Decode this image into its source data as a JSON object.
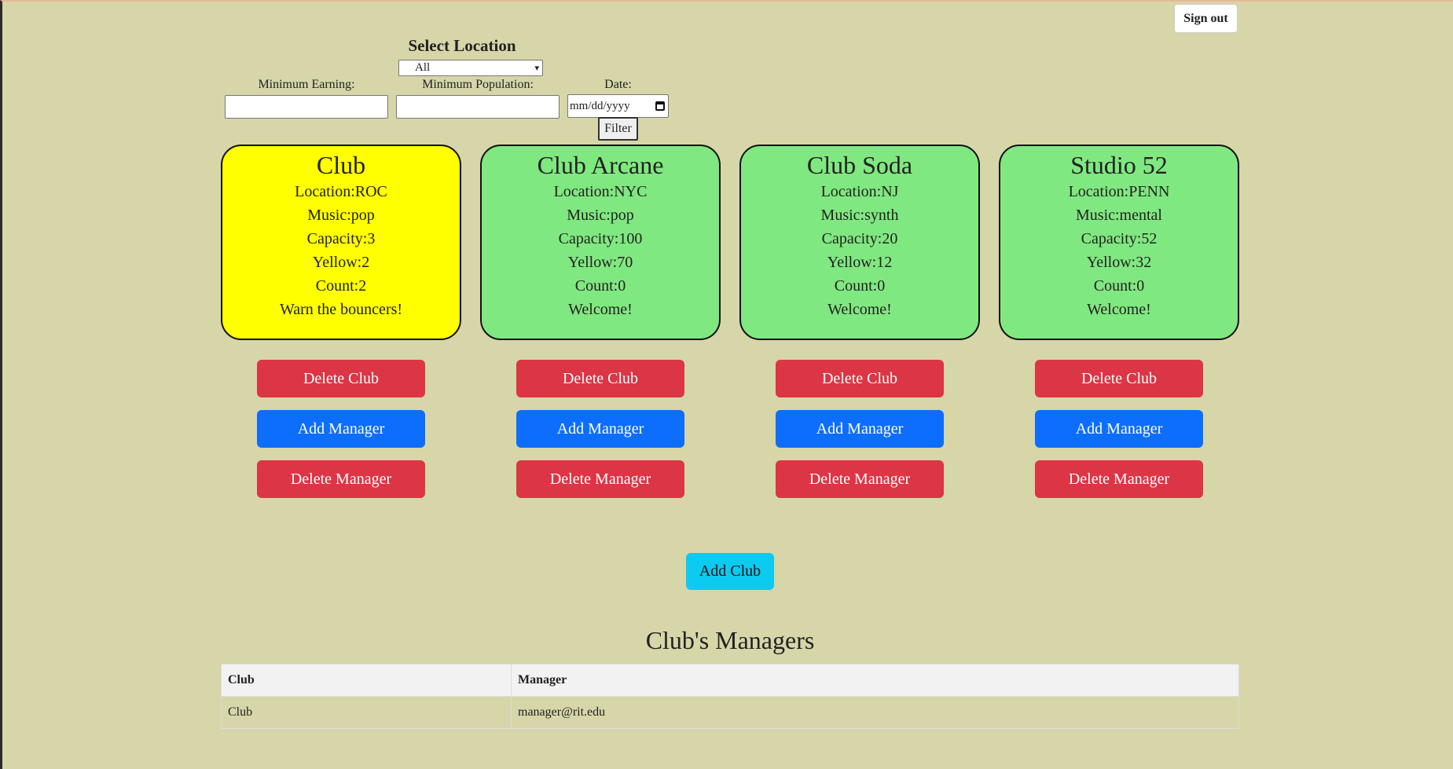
{
  "header": {
    "sign_out_label": "Sign out"
  },
  "filters": {
    "select_location_title": "Select Location",
    "location_selected": "All",
    "min_earning_label": "Minimum Earning:",
    "min_population_label": "Minimum Population:",
    "date_label": "Date:",
    "date_placeholder": "mm/dd/yyyy",
    "filter_label": "Filter"
  },
  "colors": {
    "warn": "#ffff00",
    "ok": "#80e880",
    "danger": "#dc3545",
    "primary": "#0d6efd",
    "info": "#0dcaf0"
  },
  "clubs": [
    {
      "name": "Club",
      "location": "Location:ROC",
      "music": "Music:pop",
      "capacity": "Capacity:3",
      "yellow": "Yellow:2",
      "count": "Count:2",
      "message": "Warn the bouncers!",
      "status": "warn"
    },
    {
      "name": "Club Arcane",
      "location": "Location:NYC",
      "music": "Music:pop",
      "capacity": "Capacity:100",
      "yellow": "Yellow:70",
      "count": "Count:0",
      "message": "Welcome!",
      "status": "ok"
    },
    {
      "name": "Club Soda",
      "location": "Location:NJ",
      "music": "Music:synth",
      "capacity": "Capacity:20",
      "yellow": "Yellow:12",
      "count": "Count:0",
      "message": "Welcome!",
      "status": "ok"
    },
    {
      "name": "Studio 52",
      "location": "Location:PENN",
      "music": "Music:mental",
      "capacity": "Capacity:52",
      "yellow": "Yellow:32",
      "count": "Count:0",
      "message": "Welcome!",
      "status": "ok"
    }
  ],
  "actions": {
    "delete_club": "Delete Club",
    "add_manager": "Add Manager",
    "delete_manager": "Delete Manager",
    "add_club": "Add Club"
  },
  "managers": {
    "title": "Club's Managers",
    "columns": [
      "Club",
      "Manager"
    ],
    "rows": [
      [
        "Club",
        "manager@rit.edu"
      ]
    ]
  }
}
